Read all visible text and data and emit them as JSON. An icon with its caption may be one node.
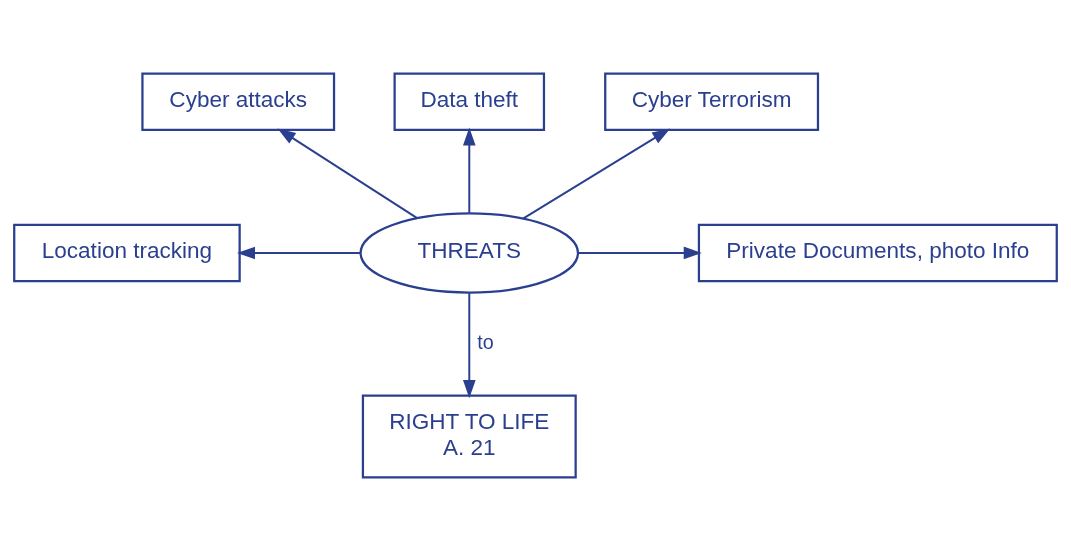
{
  "diagram": {
    "nodes": [
      {
        "text": [
          "THREATS"
        ]
      },
      {
        "text": [
          "Cyber attacks"
        ]
      },
      {
        "text": [
          "Data theft"
        ]
      },
      {
        "text": [
          "Cyber Terrorism"
        ]
      },
      {
        "text": [
          "Location tracking"
        ]
      },
      {
        "text": [
          "Private Documents, photo Info"
        ]
      },
      {
        "text": [
          "RIGHT TO LIFE",
          "A. 21"
        ]
      }
    ],
    "edges": [
      {
        "from": 0,
        "to": 1,
        "arrow": "to"
      },
      {
        "from": 0,
        "to": 2,
        "arrow": "to"
      },
      {
        "from": 0,
        "to": 3,
        "arrow": "to"
      },
      {
        "from": 0,
        "to": 4,
        "arrow": "to"
      },
      {
        "from": 0,
        "to": 5,
        "arrow": "to"
      },
      {
        "from": 0,
        "to": 6,
        "arrow": "to",
        "label": "to"
      }
    ]
  }
}
